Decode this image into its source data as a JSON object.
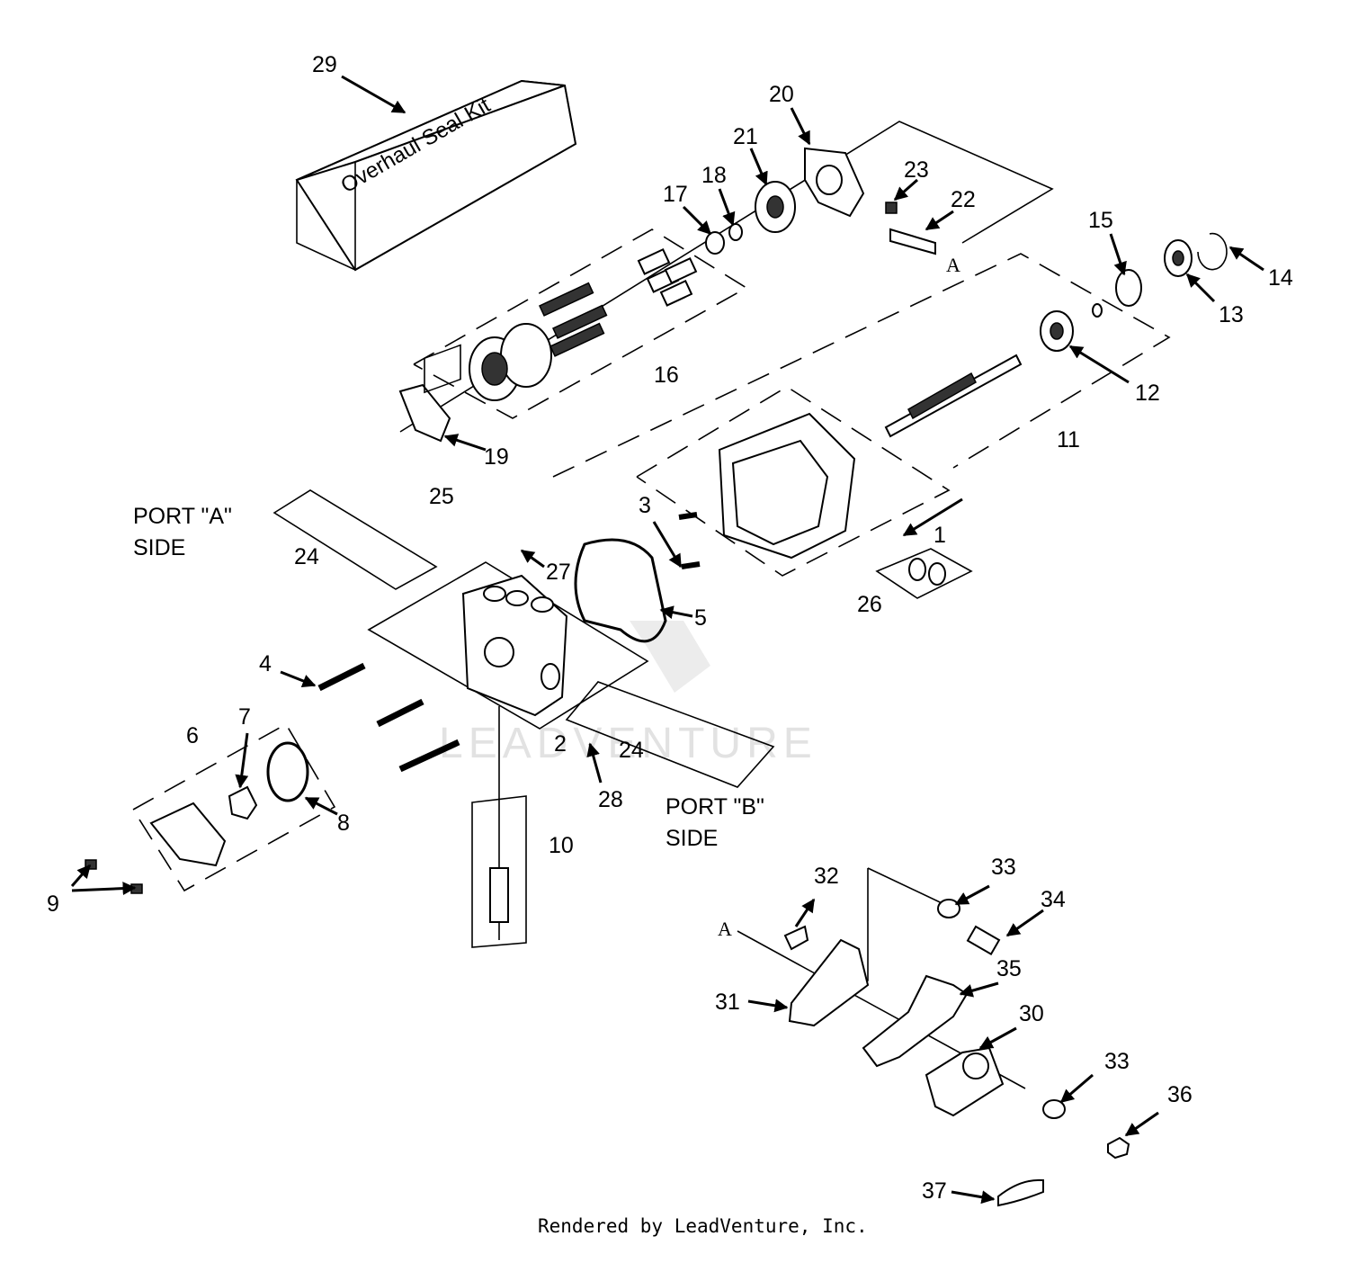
{
  "diagram": {
    "kit_label": "Overhaul Seal Kit",
    "port_a": [
      "PORT \"A\"",
      "SIDE"
    ],
    "port_b": [
      "PORT \"B\"",
      "SIDE"
    ],
    "ref_marker": "A",
    "watermark": "LEADVENTURE",
    "footer": "Rendered by LeadVenture, Inc.",
    "callouts": {
      "c1": "1",
      "c2": "2",
      "c3": "3",
      "c4": "4",
      "c5": "5",
      "c6": "6",
      "c7": "7",
      "c8": "8",
      "c9": "9",
      "c10": "10",
      "c11": "11",
      "c12": "12",
      "c13": "13",
      "c14": "14",
      "c15": "15",
      "c16": "16",
      "c17": "17",
      "c18": "18",
      "c19": "19",
      "c20": "20",
      "c21": "21",
      "c22": "22",
      "c23": "23",
      "c24": "24",
      "c25": "25",
      "c26": "26",
      "c27": "27",
      "c28": "28",
      "c29": "29",
      "c30": "30",
      "c31": "31",
      "c32": "32",
      "c33": "33",
      "c34": "34",
      "c35": "35",
      "c36": "36",
      "c37": "37"
    }
  }
}
